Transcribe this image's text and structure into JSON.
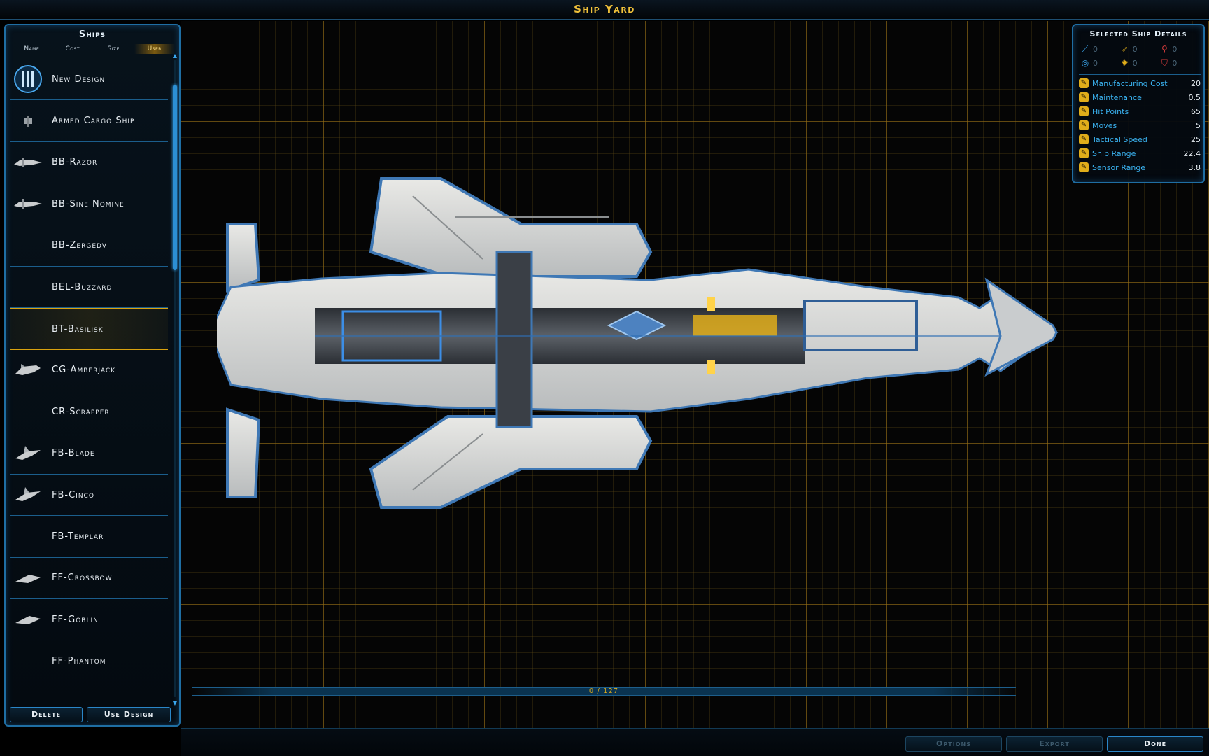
{
  "title": "Ship Yard",
  "ships_panel": {
    "header": "Ships",
    "sort_tabs": [
      "Name",
      "Cost",
      "Size",
      "User"
    ],
    "active_sort": "User",
    "items": [
      {
        "name": "New Design",
        "icon": "new-design-emblem-icon"
      },
      {
        "name": "Armed Cargo Ship",
        "icon": "cargo-ship-icon"
      },
      {
        "name": "BB-Razor",
        "icon": "battleship-icon"
      },
      {
        "name": "BB-Sine Nomine",
        "icon": "battleship-icon"
      },
      {
        "name": "BB-Zergedv",
        "icon": ""
      },
      {
        "name": "BEL-Buzzard",
        "icon": ""
      },
      {
        "name": "BT-Basilisk",
        "icon": ""
      },
      {
        "name": "CG-Amberjack",
        "icon": "cruiser-icon"
      },
      {
        "name": "CR-Scrapper",
        "icon": ""
      },
      {
        "name": "FB-Blade",
        "icon": "fighter-icon"
      },
      {
        "name": "FB-Cinco",
        "icon": "fighter-icon"
      },
      {
        "name": "FB-Templar",
        "icon": ""
      },
      {
        "name": "FF-Crossbow",
        "icon": "frigate-icon"
      },
      {
        "name": "FF-Goblin",
        "icon": "frigate-icon"
      },
      {
        "name": "FF-Phantom",
        "icon": ""
      }
    ],
    "selected_index": 6,
    "delete_label": "Delete",
    "use_design_label": "Use Design"
  },
  "details": {
    "title": "Selected Ship Details",
    "icon_stats": [
      {
        "icon": "beam-weapon-icon",
        "value": "0",
        "color": "#3aa6ee"
      },
      {
        "icon": "missile-weapon-icon",
        "value": "0",
        "color": "#e0ad1a"
      },
      {
        "icon": "mass-driver-icon",
        "value": "0",
        "color": "#d03a3a"
      },
      {
        "icon": "shield-defense-icon",
        "value": "0",
        "color": "#3aa6ee"
      },
      {
        "icon": "point-defense-icon",
        "value": "0",
        "color": "#e0ad1a"
      },
      {
        "icon": "armor-defense-icon",
        "value": "0",
        "color": "#d03a3a"
      }
    ],
    "stats": [
      {
        "label": "Manufacturing Cost",
        "value": "20"
      },
      {
        "label": "Maintenance",
        "value": "0.5"
      },
      {
        "label": "Hit Points",
        "value": "65"
      },
      {
        "label": "Moves",
        "value": "5"
      },
      {
        "label": "Tactical Speed",
        "value": "25"
      },
      {
        "label": "Ship Range",
        "value": "22.4"
      },
      {
        "label": "Sensor Range",
        "value": "3.8"
      }
    ]
  },
  "capacity": {
    "text": "0 / 127"
  },
  "bottom_buttons": {
    "options": "Options",
    "export": "Export",
    "done": "Done"
  },
  "colors": {
    "accent_blue": "#1f6ea3",
    "gold": "#e0ad1a",
    "grid": "#96701a"
  }
}
